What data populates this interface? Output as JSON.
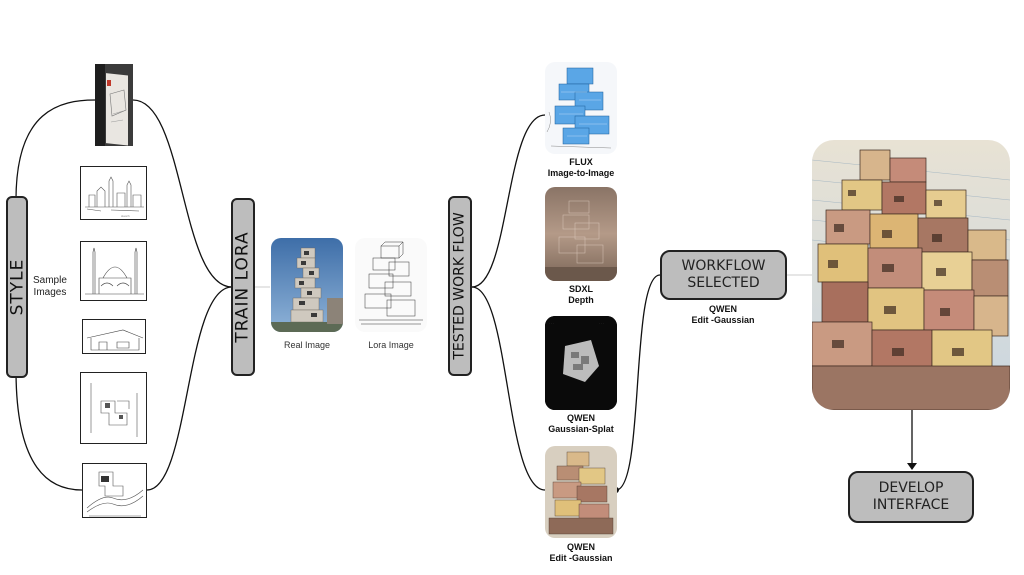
{
  "nodes": {
    "style": "STYLE",
    "train_lora": "TRAIN LORA",
    "tested_workflow": "TESTED WORK FLOW",
    "workflow_selected": [
      "WORKFLOW",
      "SELECTED"
    ],
    "develop_interface": [
      "DEVELOP",
      "INTERFACE"
    ]
  },
  "sample_images_label": [
    "Sample",
    "Images"
  ],
  "lora_images": {
    "real": "Real Image",
    "lora": "Lora Image"
  },
  "workflows": [
    {
      "model": "FLUX",
      "method": "Image-to-Image"
    },
    {
      "model": "SDXL",
      "method": "Depth"
    },
    {
      "model": "QWEN",
      "method": "Gaussian-Splat"
    },
    {
      "model": "QWEN",
      "method": "Edit -Gaussian"
    }
  ],
  "selected_workflow": {
    "model": "QWEN",
    "method": "Edit -Gaussian"
  },
  "colors": {
    "node_fill": "#bdbdbd",
    "node_border": "#222222",
    "connector": "#111111"
  }
}
